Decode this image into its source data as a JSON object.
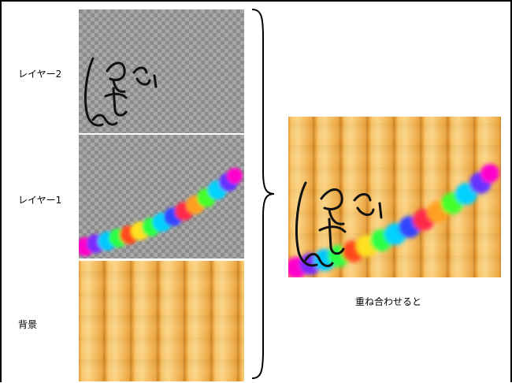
{
  "layers": [
    {
      "id": "layer2",
      "label": "レイヤー2"
    },
    {
      "id": "layer1",
      "label": "レイヤー1"
    },
    {
      "id": "background",
      "label": "背景"
    }
  ],
  "result_caption": "重ね合わせると",
  "colors": {
    "frame": "#000000",
    "wood_light": "#fbd383",
    "wood_dark": "#e79a2e",
    "checker_dark": "#8c8c8c",
    "checker_light": "#a8a8a8",
    "ink": "#111111"
  }
}
